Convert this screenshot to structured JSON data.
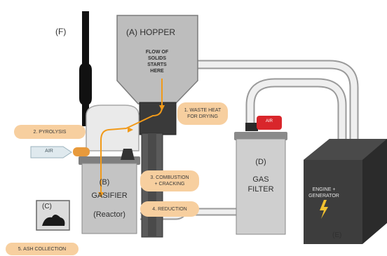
{
  "labels": {
    "chimney": "(F)",
    "hopper": "(A) HOPPER",
    "flow_note": "FLOW OF\nSOLIDS\nSTARTS\nHERE",
    "gasifier_letter": "(B)",
    "gasifier_name": "GASIFIER",
    "gasifier_sub": "(Reactor)",
    "ash_box": "(C)",
    "filter_letter": "(D)",
    "filter_name": "GAS\nFILTER",
    "engine_name": "ENGINE +\nGENERATOR",
    "engine_letter": "(E)",
    "air_arrow": "AIR",
    "air_tag": "AIR"
  },
  "steps": [
    {
      "text": "1. WASTE HEAT\nFOR DRYING"
    },
    {
      "text": "2. PYROLYSIS"
    },
    {
      "text": "3. COMBUSTION\n+ CRACKING"
    },
    {
      "text": "4. REDUCTION"
    },
    {
      "text": "5. ASH COLLECTION"
    }
  ],
  "colors": {
    "step_fill": "#f7cf9f",
    "flow_line": "#f19a1a",
    "air_tag": "#d9262b"
  }
}
